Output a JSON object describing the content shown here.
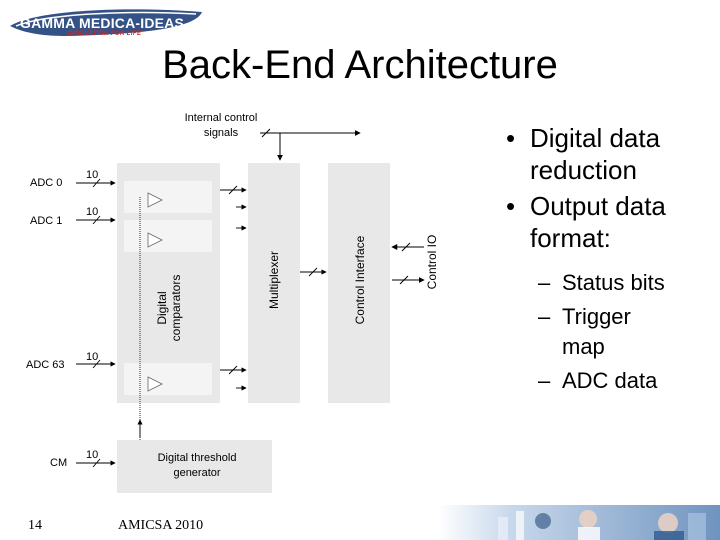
{
  "logo": {
    "name": "GAMMA MEDICA-IDEAS",
    "tagline": "INNOVATION FOR LIFE",
    "colors": {
      "navy": "#1f3f7a",
      "red": "#d12a1f"
    }
  },
  "slide": {
    "title": "Back-End Architecture"
  },
  "diagram": {
    "internal_control": [
      "Internal control",
      "signals"
    ],
    "inputs": [
      {
        "label": "ADC 0",
        "width": "10"
      },
      {
        "label": "ADC 1",
        "width": "10"
      },
      {
        "label": "ADC 63",
        "width": "10"
      },
      {
        "label": "CM",
        "width": "10"
      }
    ],
    "comparators": [
      "Digital",
      "comparators"
    ],
    "multiplexer": "Multiplexer",
    "control_interface": "Control Interface",
    "control_io": "Control IO",
    "threshold": [
      "Digital threshold",
      "generator"
    ],
    "colors": {
      "block": "#e8e8e8",
      "inner": "#f4f4f4",
      "line": "#000000"
    }
  },
  "bullets": [
    {
      "lines": [
        "Digital data",
        "reduction"
      ]
    },
    {
      "lines": [
        "Output data",
        "format:"
      ]
    }
  ],
  "sub_bullets": [
    {
      "lines": [
        "Status bits"
      ]
    },
    {
      "lines": [
        "Trigger",
        "map"
      ]
    },
    {
      "lines": [
        "ADC data"
      ]
    }
  ],
  "footer": {
    "page": "14",
    "text": "AMICSA 2010"
  }
}
